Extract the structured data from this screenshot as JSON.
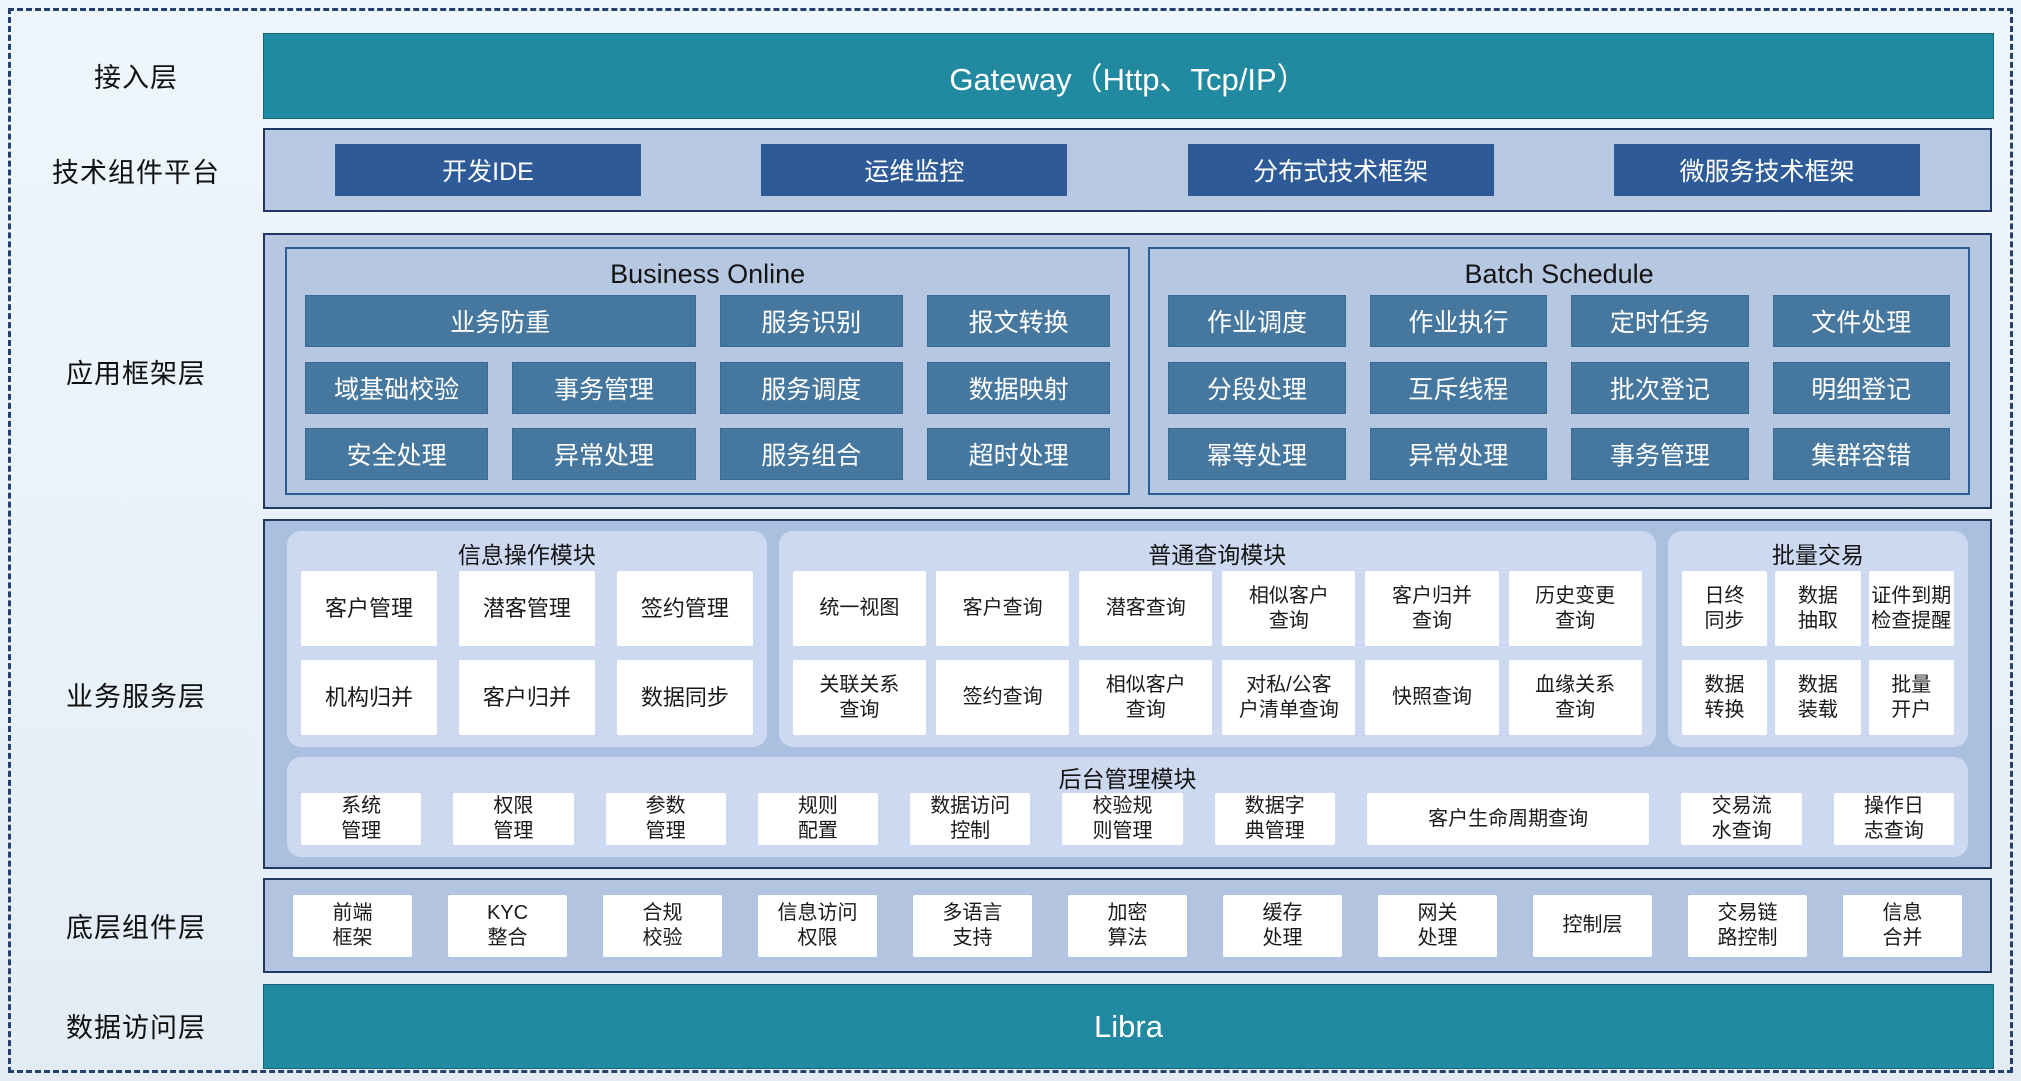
{
  "layers": {
    "access": {
      "label": "接入层",
      "gateway": "Gateway（Http、Tcp/IP）"
    },
    "tech": {
      "label": "技术组件平台",
      "items": [
        {
          "label": "开发IDE"
        },
        {
          "label": "运维监控"
        },
        {
          "label": "分布式技术框架"
        },
        {
          "label": "微服务技术框架"
        }
      ]
    },
    "app": {
      "label": "应用框架层",
      "business_online": {
        "title": "Business Online",
        "items": [
          {
            "label": "业务防重"
          },
          {
            "label": "服务识别"
          },
          {
            "label": "报文转换"
          },
          {
            "label": "域基础校验"
          },
          {
            "label": "事务管理"
          },
          {
            "label": "服务调度"
          },
          {
            "label": "数据映射"
          },
          {
            "label": "安全处理"
          },
          {
            "label": "异常处理"
          },
          {
            "label": "服务组合"
          },
          {
            "label": "超时处理"
          }
        ]
      },
      "batch_schedule": {
        "title": "Batch Schedule",
        "items": [
          {
            "label": "作业调度"
          },
          {
            "label": "作业执行"
          },
          {
            "label": "定时任务"
          },
          {
            "label": "文件处理"
          },
          {
            "label": "分段处理"
          },
          {
            "label": "互斥线程"
          },
          {
            "label": "批次登记"
          },
          {
            "label": "明细登记"
          },
          {
            "label": "幂等处理"
          },
          {
            "label": "异常处理"
          },
          {
            "label": "事务管理"
          },
          {
            "label": "集群容错"
          }
        ]
      }
    },
    "service": {
      "label": "业务服务层",
      "info_module": {
        "title": "信息操作模块",
        "items": [
          {
            "label": "客户管理"
          },
          {
            "label": "潜客管理"
          },
          {
            "label": "签约管理"
          },
          {
            "label": "机构归并"
          },
          {
            "label": "客户归并"
          },
          {
            "label": "数据同步"
          }
        ]
      },
      "query_module": {
        "title": "普通查询模块",
        "items": [
          {
            "label": "统一视图"
          },
          {
            "label": "客户查询"
          },
          {
            "label": "潜客查询"
          },
          {
            "label": "相似客户\n查询"
          },
          {
            "label": "客户归并\n查询"
          },
          {
            "label": "历史变更\n查询"
          },
          {
            "label": "关联关系\n查询"
          },
          {
            "label": "签约查询"
          },
          {
            "label": "相似客户\n查询"
          },
          {
            "label": "对私/公客\n户清单查询"
          },
          {
            "label": "快照查询"
          },
          {
            "label": "血缘关系\n查询"
          }
        ]
      },
      "batch_trade": {
        "title": "批量交易",
        "items": [
          {
            "label": "日终\n同步"
          },
          {
            "label": "数据\n抽取"
          },
          {
            "label": "证件到期\n检查提醒"
          },
          {
            "label": "数据\n转换"
          },
          {
            "label": "数据\n装载"
          },
          {
            "label": "批量\n开户"
          }
        ]
      },
      "admin_module": {
        "title": "后台管理模块",
        "items": [
          {
            "label": "系统\n管理"
          },
          {
            "label": "权限\n管理"
          },
          {
            "label": "参数\n管理"
          },
          {
            "label": "规则\n配置"
          },
          {
            "label": "数据访问\n控制"
          },
          {
            "label": "校验规\n则管理"
          },
          {
            "label": "数据字\n典管理"
          },
          {
            "label": "客户生命周期查询"
          },
          {
            "label": "交易流\n水查询"
          },
          {
            "label": "操作日\n志查询"
          }
        ]
      }
    },
    "base": {
      "label": "底层组件层",
      "items": [
        {
          "label": "前端\n框架"
        },
        {
          "label": "KYC\n整合"
        },
        {
          "label": "合规\n校验"
        },
        {
          "label": "信息访问\n权限"
        },
        {
          "label": "多语言\n支持"
        },
        {
          "label": "加密\n算法"
        },
        {
          "label": "缓存\n处理"
        },
        {
          "label": "网关\n处理"
        },
        {
          "label": "控制层"
        },
        {
          "label": "交易链\n路控制"
        },
        {
          "label": "信息\n合并"
        }
      ]
    },
    "data": {
      "label": "数据访问层",
      "bar": "Libra"
    }
  },
  "colors": {
    "teal": "#2189A0",
    "dark_navy_border": "#1F3864",
    "dark_blue_button": "#2E5B97",
    "steel_blue_button": "#46779F",
    "panel_fill": "#B6C7E2",
    "service_panel_fill": "#ABC0DE",
    "module_fill": "#CDD9F0"
  }
}
